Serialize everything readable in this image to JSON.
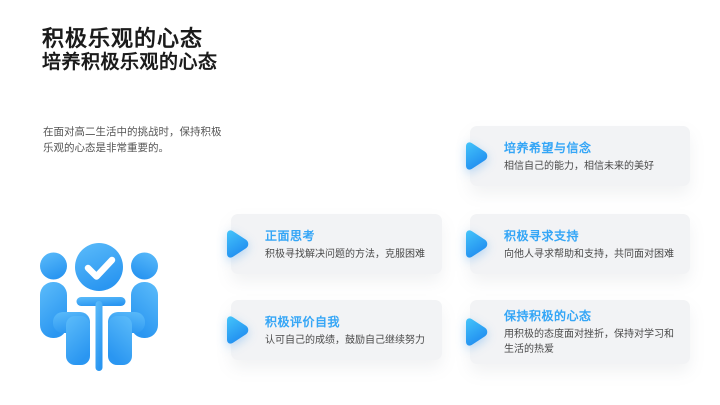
{
  "slide": {
    "title": "积极乐观的心态",
    "subtitle": "培养积极乐观的心态",
    "intro": "在面对高二生活中的挑战时，保持积极乐观的心态是非常重要的。",
    "icon": "people-meeting-check-icon"
  },
  "cards": [
    {
      "title": "培养希望与信念",
      "desc": "相信自己的能力，相信未来的美好"
    },
    {
      "title": "正面思考",
      "desc": "积极寻找解决问题的方法，克服困难"
    },
    {
      "title": "积极寻求支持",
      "desc": "向他人寻求帮助和支持，共同面对困难"
    },
    {
      "title": "积极评价自我",
      "desc": "认可自己的成绩，鼓励自己继续努力"
    },
    {
      "title": "保持积极的心态",
      "desc": "用积极的态度面对挫折，保持对学习和生活的热爱"
    }
  ],
  "colors": {
    "accent_blue": "#35a6f6",
    "icon_blue_light": "#5cbcfa",
    "icon_blue_dark": "#2a96f1",
    "card_bg": "#f2f3f5",
    "title_text": "#1b1b1b",
    "body_text": "#4a4a4a"
  }
}
